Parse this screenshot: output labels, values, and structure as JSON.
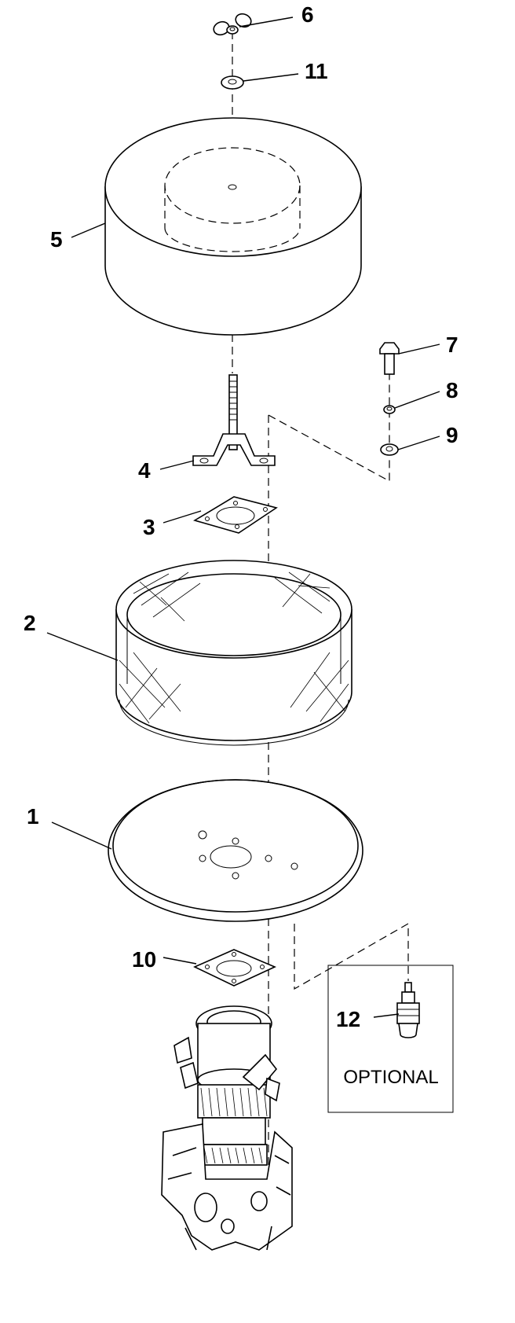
{
  "diagram": {
    "callouts": {
      "c1": "1",
      "c2": "2",
      "c3": "3",
      "c4": "4",
      "c5": "5",
      "c6": "6",
      "c7": "7",
      "c8": "8",
      "c9": "9",
      "c10": "10",
      "c11": "11",
      "c12": "12"
    },
    "optional_label": "OPTIONAL"
  }
}
